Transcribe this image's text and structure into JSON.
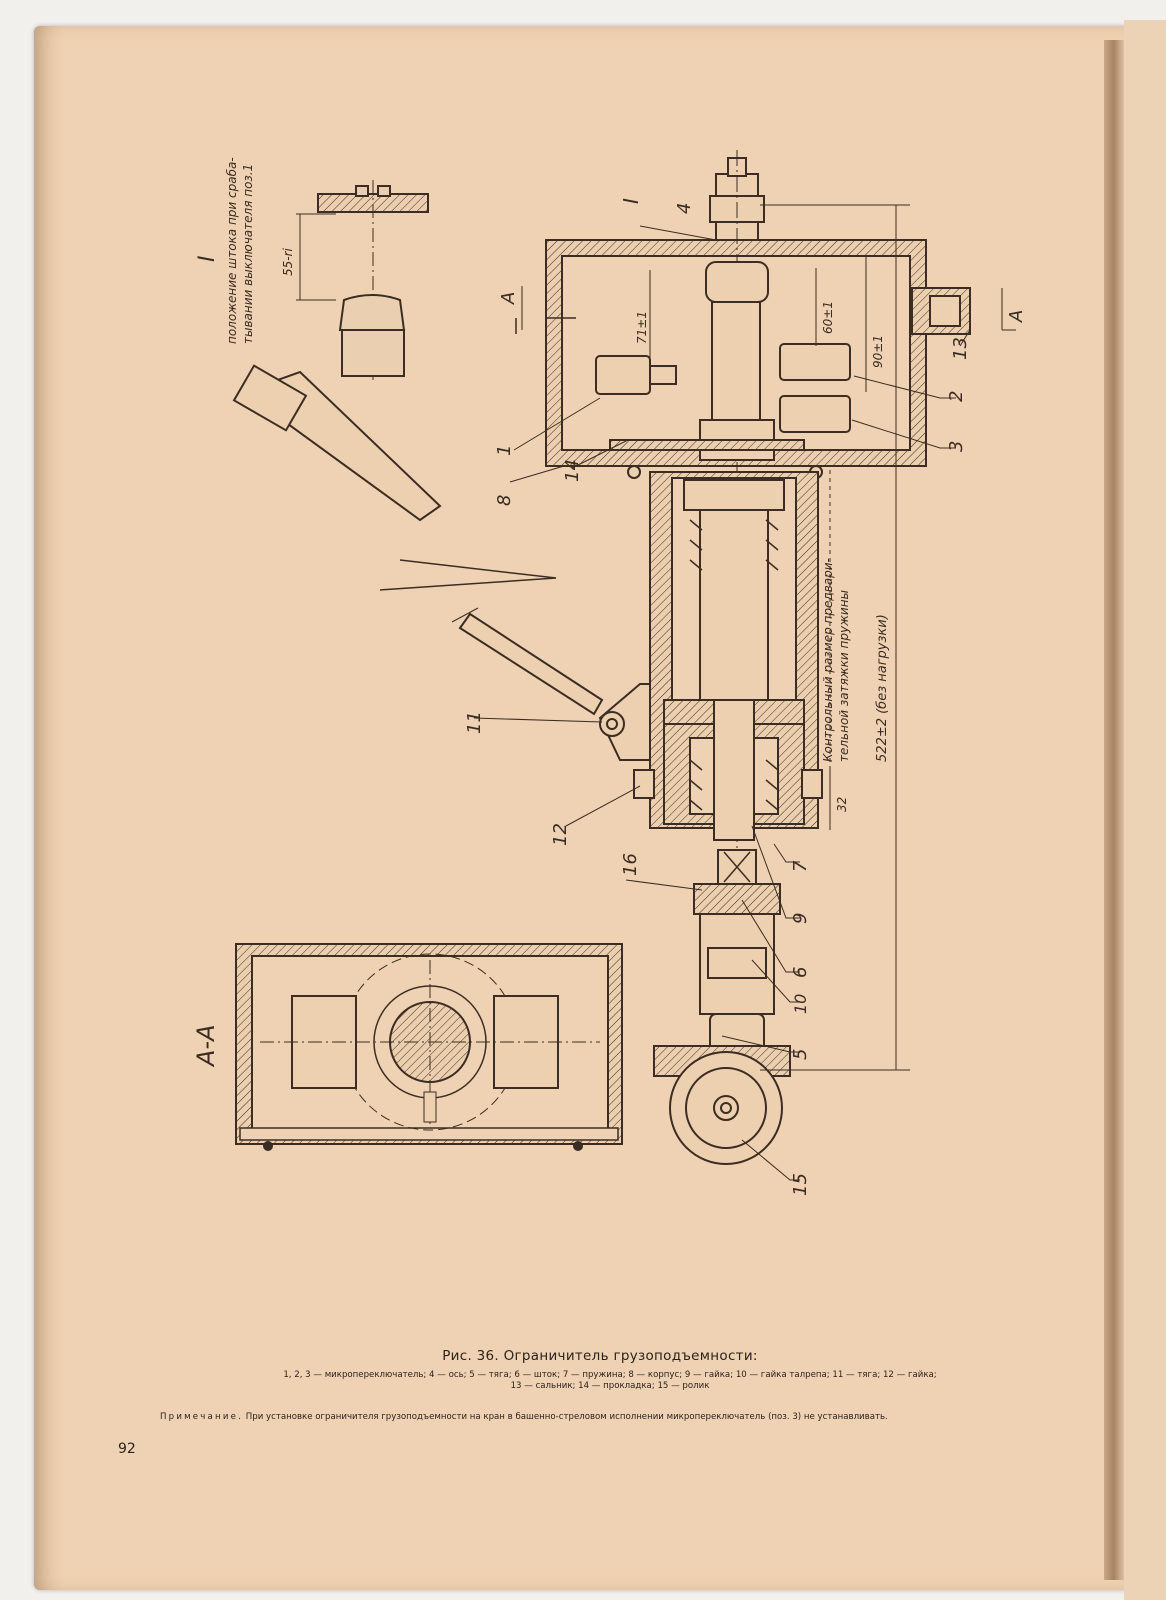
{
  "figure": {
    "caption": "Рис. 36. Ограничитель грузоподъемности:",
    "legend_line1": "1, 2, 3 — микропереключатель; 4 — ось; 5 — тяга; 6 — шток; 7 — пружина; 8 — корпус; 9 — гайка; 10 — гайка талрепа; 11 — тяга; 12 — гайка;",
    "legend_line2": "13 — сальник; 14 — прокладка; 15 — ролик",
    "note_lead": "Примечание.",
    "note_text": "При установке ограничителя грузоподъемности на кран в башенно-стреловом исполнении микропереключатель (поз. 3) не устанавливать."
  },
  "page_number": "92",
  "drawing": {
    "detail_label": "I",
    "detail_caption_line1": "положение штока при сраба-",
    "detail_caption_line2": "тывании выключателя поз.1",
    "section_label": "А-А",
    "section_mark": "А",
    "dimensions": {
      "detail_gap": "55-ri",
      "d71": "71±1",
      "d60": "60±1",
      "d90": "90±1",
      "d32": "32",
      "overall": "522±2 (без нагрузки)",
      "spring_note_line1": "Контрольный размер предвари-",
      "spring_note_line2": "тельной затяжки пружины"
    },
    "position_numbers": {
      "p1": "1",
      "p2": "2",
      "p3": "3",
      "p4": "4",
      "p5": "5",
      "p6": "6",
      "p7": "7",
      "p8": "8",
      "p9": "9",
      "p10": "10",
      "p11": "11",
      "p12": "12",
      "p13": "13",
      "p14": "14",
      "p15": "15",
      "p16": "16"
    }
  }
}
